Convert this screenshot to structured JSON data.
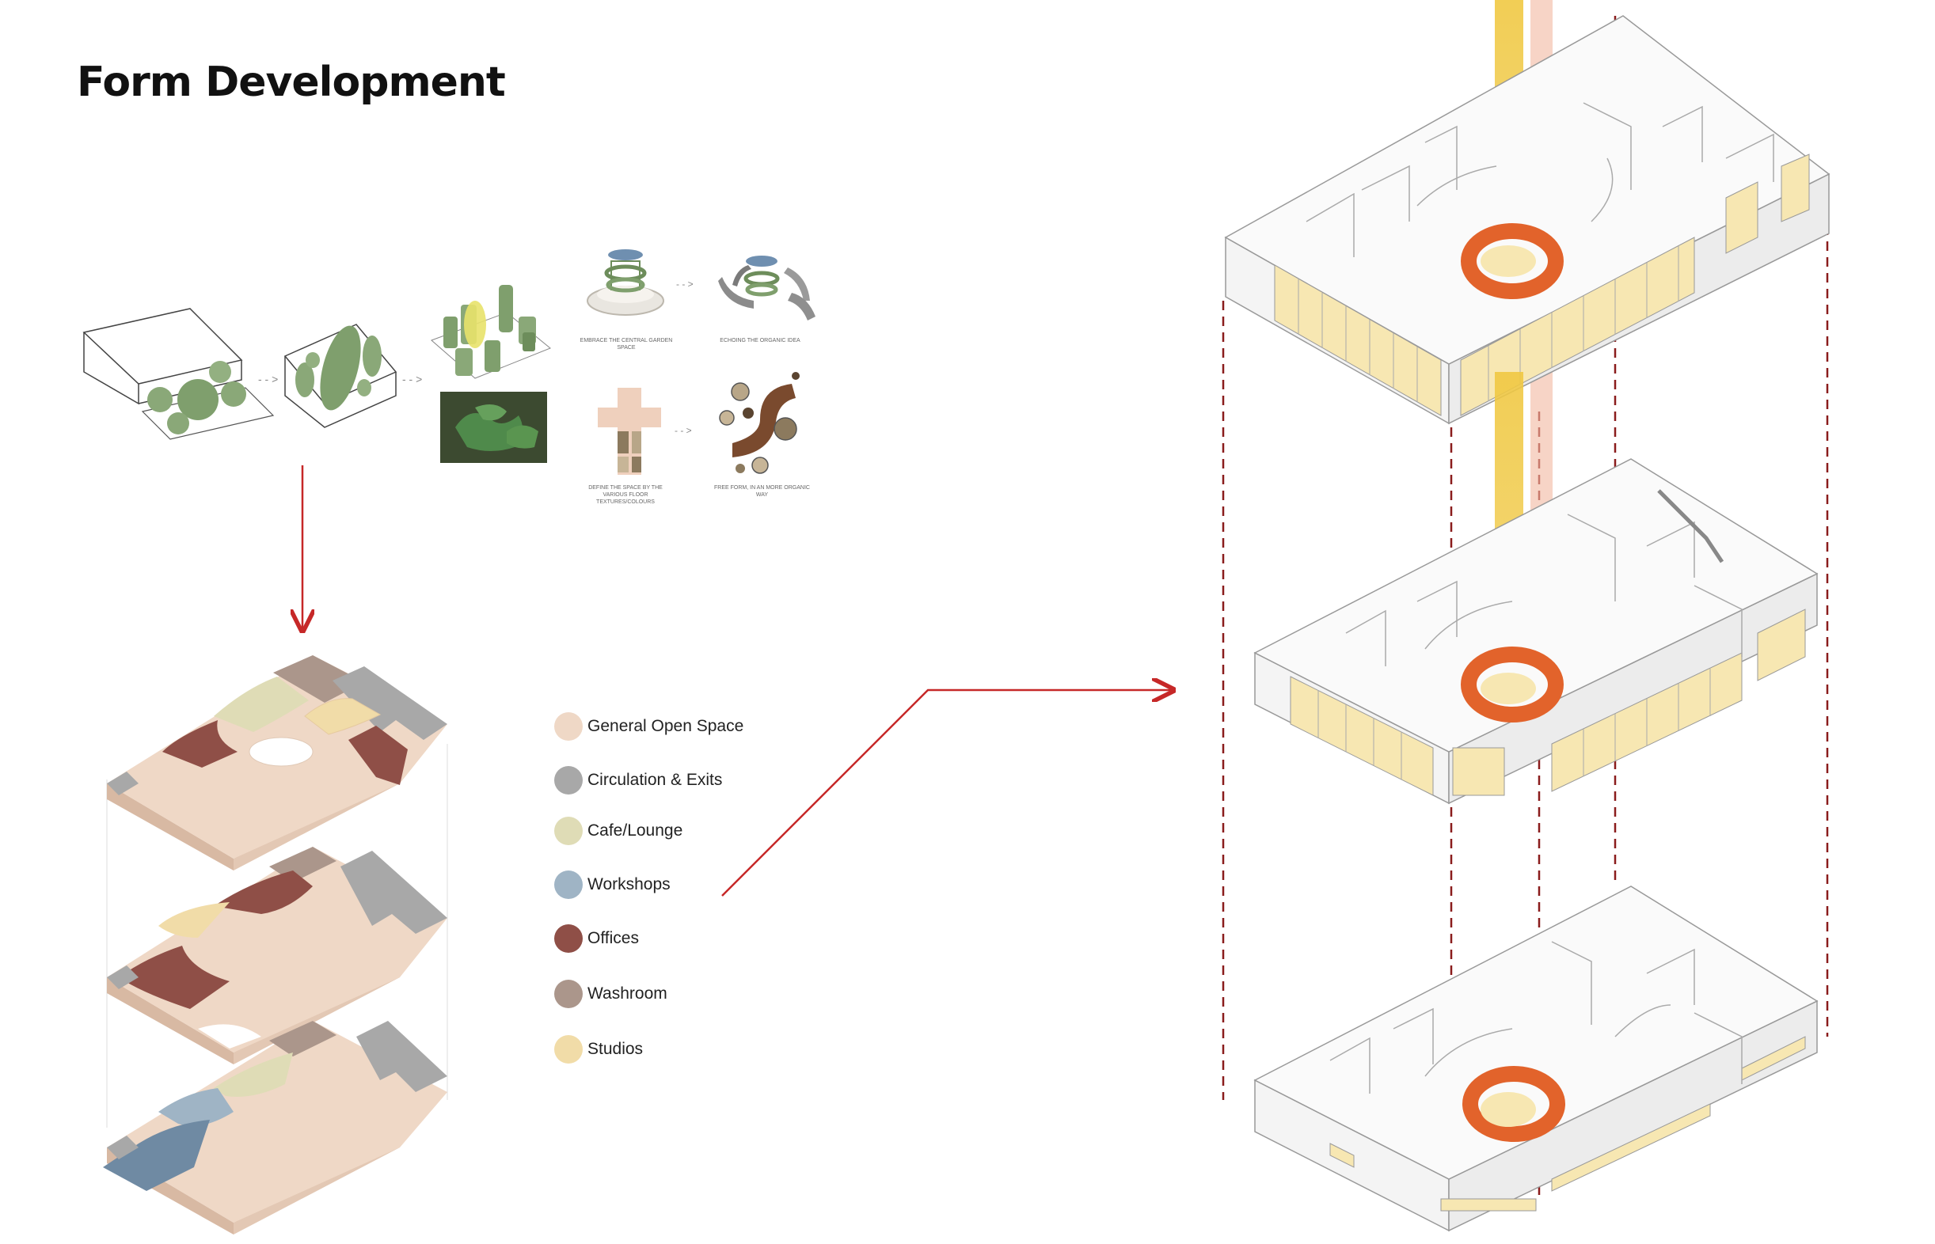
{
  "page": {
    "title": "Form Development"
  },
  "concept_captions": [
    {
      "id": "c1",
      "text": "EMBRACE THE CENTRAL GARDEN SPACE"
    },
    {
      "id": "c2",
      "text": "ECHOING THE ORGANIC IDEA"
    },
    {
      "id": "c3",
      "text": "DEFINE THE SPACE BY THE VARIOUS FLOOR TEXTURES/COLOURS"
    },
    {
      "id": "c4",
      "text": "FREE FORM, IN AN MORE ORGANIC WAY"
    }
  ],
  "legend": {
    "items": [
      {
        "label": "General Open Space",
        "color": "#efd8c6"
      },
      {
        "label": "Circulation & Exits",
        "color": "#a8a8a8"
      },
      {
        "label": "Cafe/Lounge",
        "color": "#dfdcb6"
      },
      {
        "label": "Workshops",
        "color": "#9fb4c5"
      },
      {
        "label": "Offices",
        "color": "#8f4f47"
      },
      {
        "label": "Washroom",
        "color": "#ab968b"
      },
      {
        "label": "Studios",
        "color": "#f1dca8"
      }
    ]
  },
  "colors": {
    "arrow_red": "#c62828",
    "dash_red": "#8a1c1c",
    "light_yellow": "#f0c842",
    "light_pink": "#f2b8a0",
    "ring_orange": "#e2632b",
    "glass": "#f7e7b2",
    "green_mass": "#8aa878"
  }
}
